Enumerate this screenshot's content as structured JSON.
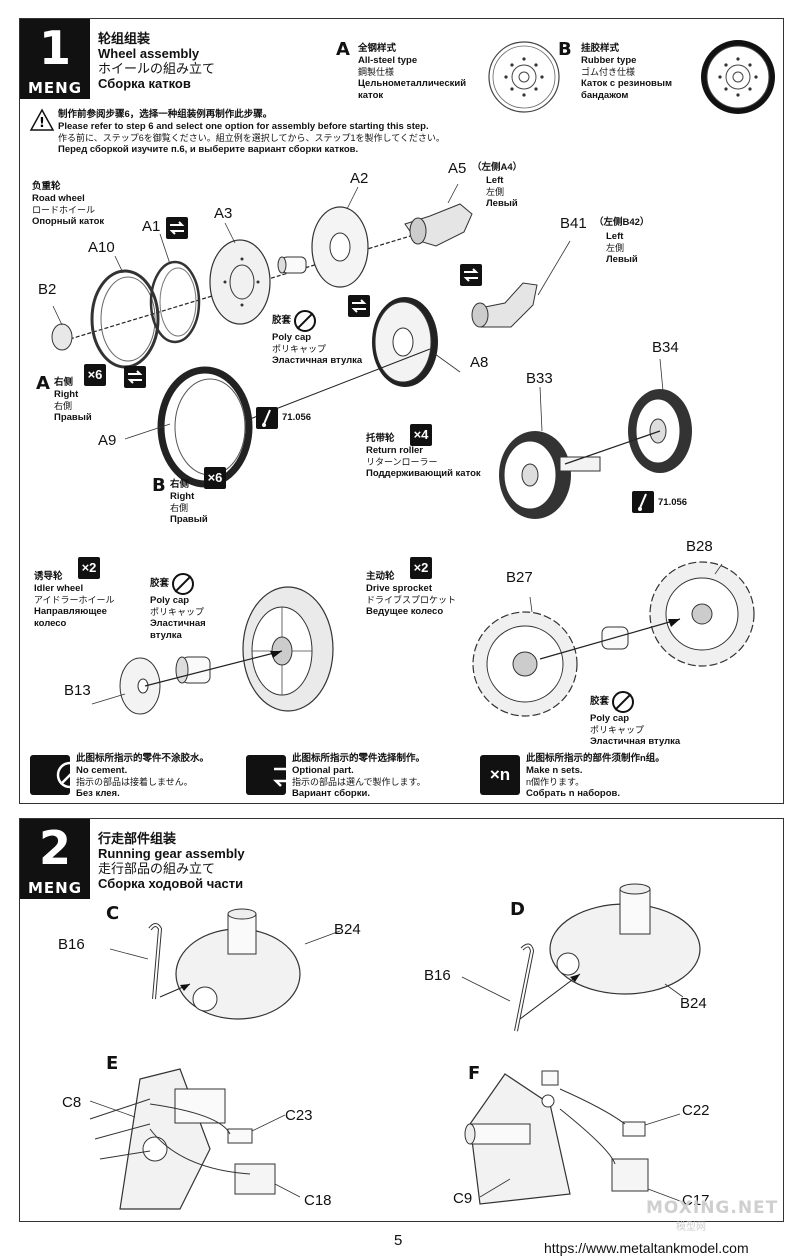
{
  "step1": {
    "number": "1",
    "brand": "MENG",
    "title_cn": "轮组组装",
    "title_en": "Wheel assembly",
    "title_jp": "ホイールの組み立て",
    "title_ru": "Сборка катков",
    "option_a": {
      "letter": "A",
      "cn": "全钢样式",
      "en": "All-steel type",
      "jp": "鋼製仕様",
      "ru1": "Цельнометаллический",
      "ru2": "каток"
    },
    "option_b": {
      "letter": "B",
      "cn": "挂胶样式",
      "en": "Rubber type",
      "jp": "ゴム付き仕様",
      "ru1": "Каток с резиновым",
      "ru2": "бандажом"
    },
    "warning": {
      "cn": "制作前参阅步骤6，选择一种组装例再制作此步骤。",
      "en": "Please refer to step 6 and select one option for assembly before starting this step.",
      "jp": "作る前に、ステップ6を御覧ください。組立例を選択してから、ステップ1を製作してください。",
      "ru": "Перед сборкой изучите п.6, и выберите вариант сборки катков."
    },
    "road_wheel": {
      "cn": "负重轮",
      "en": "Road wheel",
      "jp": "ロードホイール",
      "ru": "Опорный каток"
    },
    "parts": {
      "a2": "A2",
      "a5": "A5",
      "a5_note_cn": "（左侧A4）",
      "a5_left": "Left",
      "a5_left_jp": "左側",
      "a5_left_ru": "Левый",
      "a1": "A1",
      "a3": "A3",
      "a10": "A10",
      "b2": "B2",
      "b41": "B41",
      "b41_note_cn": "（左侧B42）",
      "b41_left": "Left",
      "b41_left_jp": "左側",
      "b41_left_ru": "Левый",
      "a8": "A8",
      "a9": "A9",
      "b34": "B34",
      "b33": "B33"
    },
    "poly_cap": {
      "cn": "胶套",
      "en": "Poly cap",
      "jp": "ポリキャップ",
      "ru": "Эластичная втулка"
    },
    "right_a": {
      "letter": "A",
      "cn": "右侧",
      "en": "Right",
      "jp": "右側",
      "ru": "Правый",
      "mult": "×6"
    },
    "right_b": {
      "letter": "B",
      "cn": "右侧",
      "en": "Right",
      "jp": "右側",
      "ru": "Правый",
      "mult": "×6"
    },
    "paint_code1": "71.056",
    "paint_code2": "71.056",
    "return_roller": {
      "cn": "托带轮",
      "en": "Return roller",
      "jp": "リターンローラー",
      "ru": "Поддерживающий каток",
      "mult": "×4"
    },
    "idler": {
      "cn": "诱导轮",
      "en": "Idler wheel",
      "jp": "アイドラーホイール",
      "ru1": "Направляющее",
      "ru2": "колесо",
      "mult": "×2"
    },
    "idler_cap": {
      "cn": "胶套",
      "en": "Poly cap",
      "jp": "ポリキャップ",
      "ru1": "Эластичная",
      "ru2": "втулка"
    },
    "b13": "B13",
    "sprocket": {
      "cn": "主动轮",
      "en": "Drive sprocket",
      "jp": "ドライブスプロケット",
      "ru": "Ведущее колесо",
      "mult": "×2"
    },
    "b27": "B27",
    "b28": "B28",
    "sprocket_cap": {
      "cn": "胶套",
      "en": "Poly cap",
      "jp": "ポリキャップ",
      "ru": "Эластичная втулка"
    },
    "legend": [
      {
        "cn": "此图标所指示的零件不涂胶水。",
        "en": "No cement.",
        "jp": "指示の部品は接着しません。",
        "ru": "Без клея."
      },
      {
        "cn": "此图标所指示的零件选择制作。",
        "en": "Optional part.",
        "jp": "指示の部品は選んで製作します。",
        "ru": "Вариант сборки."
      },
      {
        "cn": "此图标所指示的部件须制作n组。",
        "en": "Make n sets.",
        "jp": "n個作ります。",
        "ru": "Собрать n наборов.",
        "icon_text": "×n"
      }
    ]
  },
  "step2": {
    "number": "2",
    "brand": "MENG",
    "title_cn": "行走部件组装",
    "title_en": "Running gear assembly",
    "title_jp": "走行部品の組み立て",
    "title_ru": "Сборка ходовой части",
    "c": "C",
    "d": "D",
    "e": "E",
    "f": "F",
    "b16a": "B16",
    "b24a": "B24",
    "b16b": "B16",
    "b24b": "B24",
    "c8": "C8",
    "c23": "C23",
    "c18": "C18",
    "c22": "C22",
    "c9": "C9",
    "c17": "C17"
  },
  "footer": {
    "page": "5",
    "url": "https://www.metaltankmodel.com",
    "watermark": "MOXING.NET",
    "watermark_sub": "模型网"
  }
}
